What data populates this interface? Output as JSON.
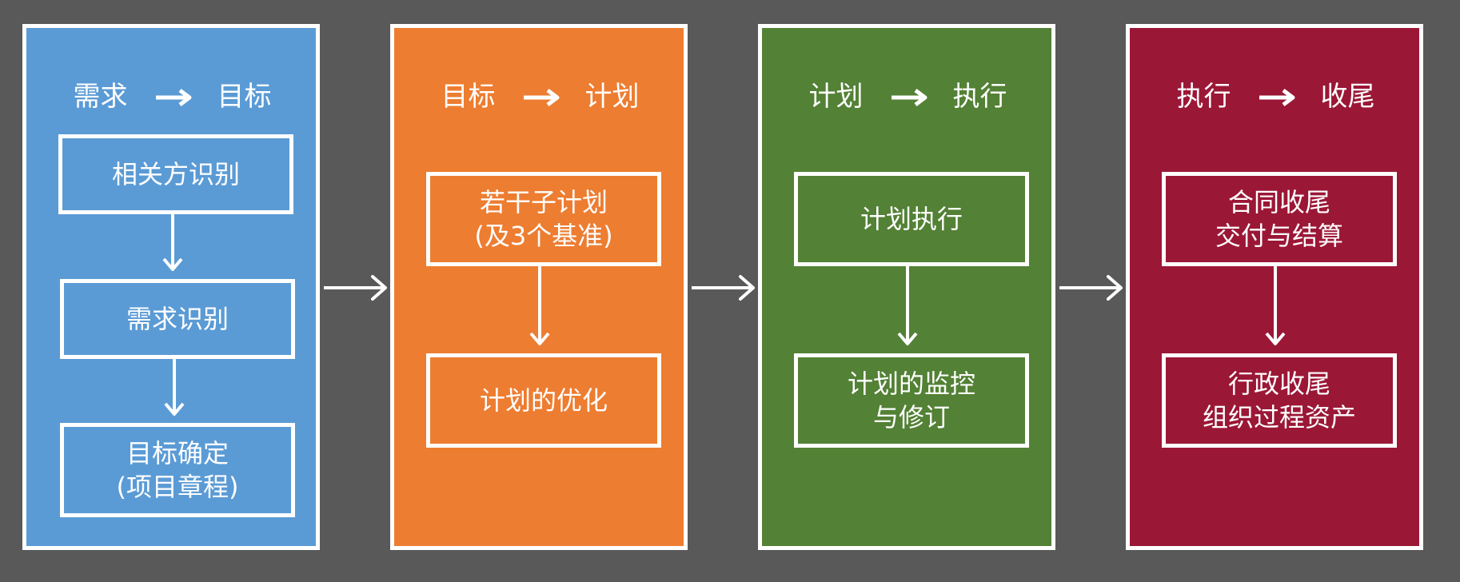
{
  "colors": {
    "background": "#595959",
    "stage1": "#5b9bd5",
    "stage2": "#ed7d31",
    "stage3": "#538135",
    "stage4": "#9b1736",
    "line": "#ffffff"
  },
  "stages": [
    {
      "header_from": "需求",
      "header_to": "目标",
      "boxes": [
        {
          "lines": [
            "相关方识别"
          ]
        },
        {
          "lines": [
            "需求识别"
          ]
        },
        {
          "lines": [
            "目标确定",
            "(项目章程)"
          ]
        }
      ]
    },
    {
      "header_from": "目标",
      "header_to": "计划",
      "boxes": [
        {
          "lines": [
            "若干子计划",
            "(及3个基准)"
          ]
        },
        {
          "lines": [
            "计划的优化"
          ]
        }
      ]
    },
    {
      "header_from": "计划",
      "header_to": "执行",
      "boxes": [
        {
          "lines": [
            "计划执行"
          ]
        },
        {
          "lines": [
            "计划的监控",
            "与修订"
          ]
        }
      ]
    },
    {
      "header_from": "执行",
      "header_to": "收尾",
      "boxes": [
        {
          "lines": [
            "合同收尾",
            "交付与结算"
          ]
        },
        {
          "lines": [
            "行政收尾",
            "组织过程资产"
          ]
        }
      ]
    }
  ]
}
